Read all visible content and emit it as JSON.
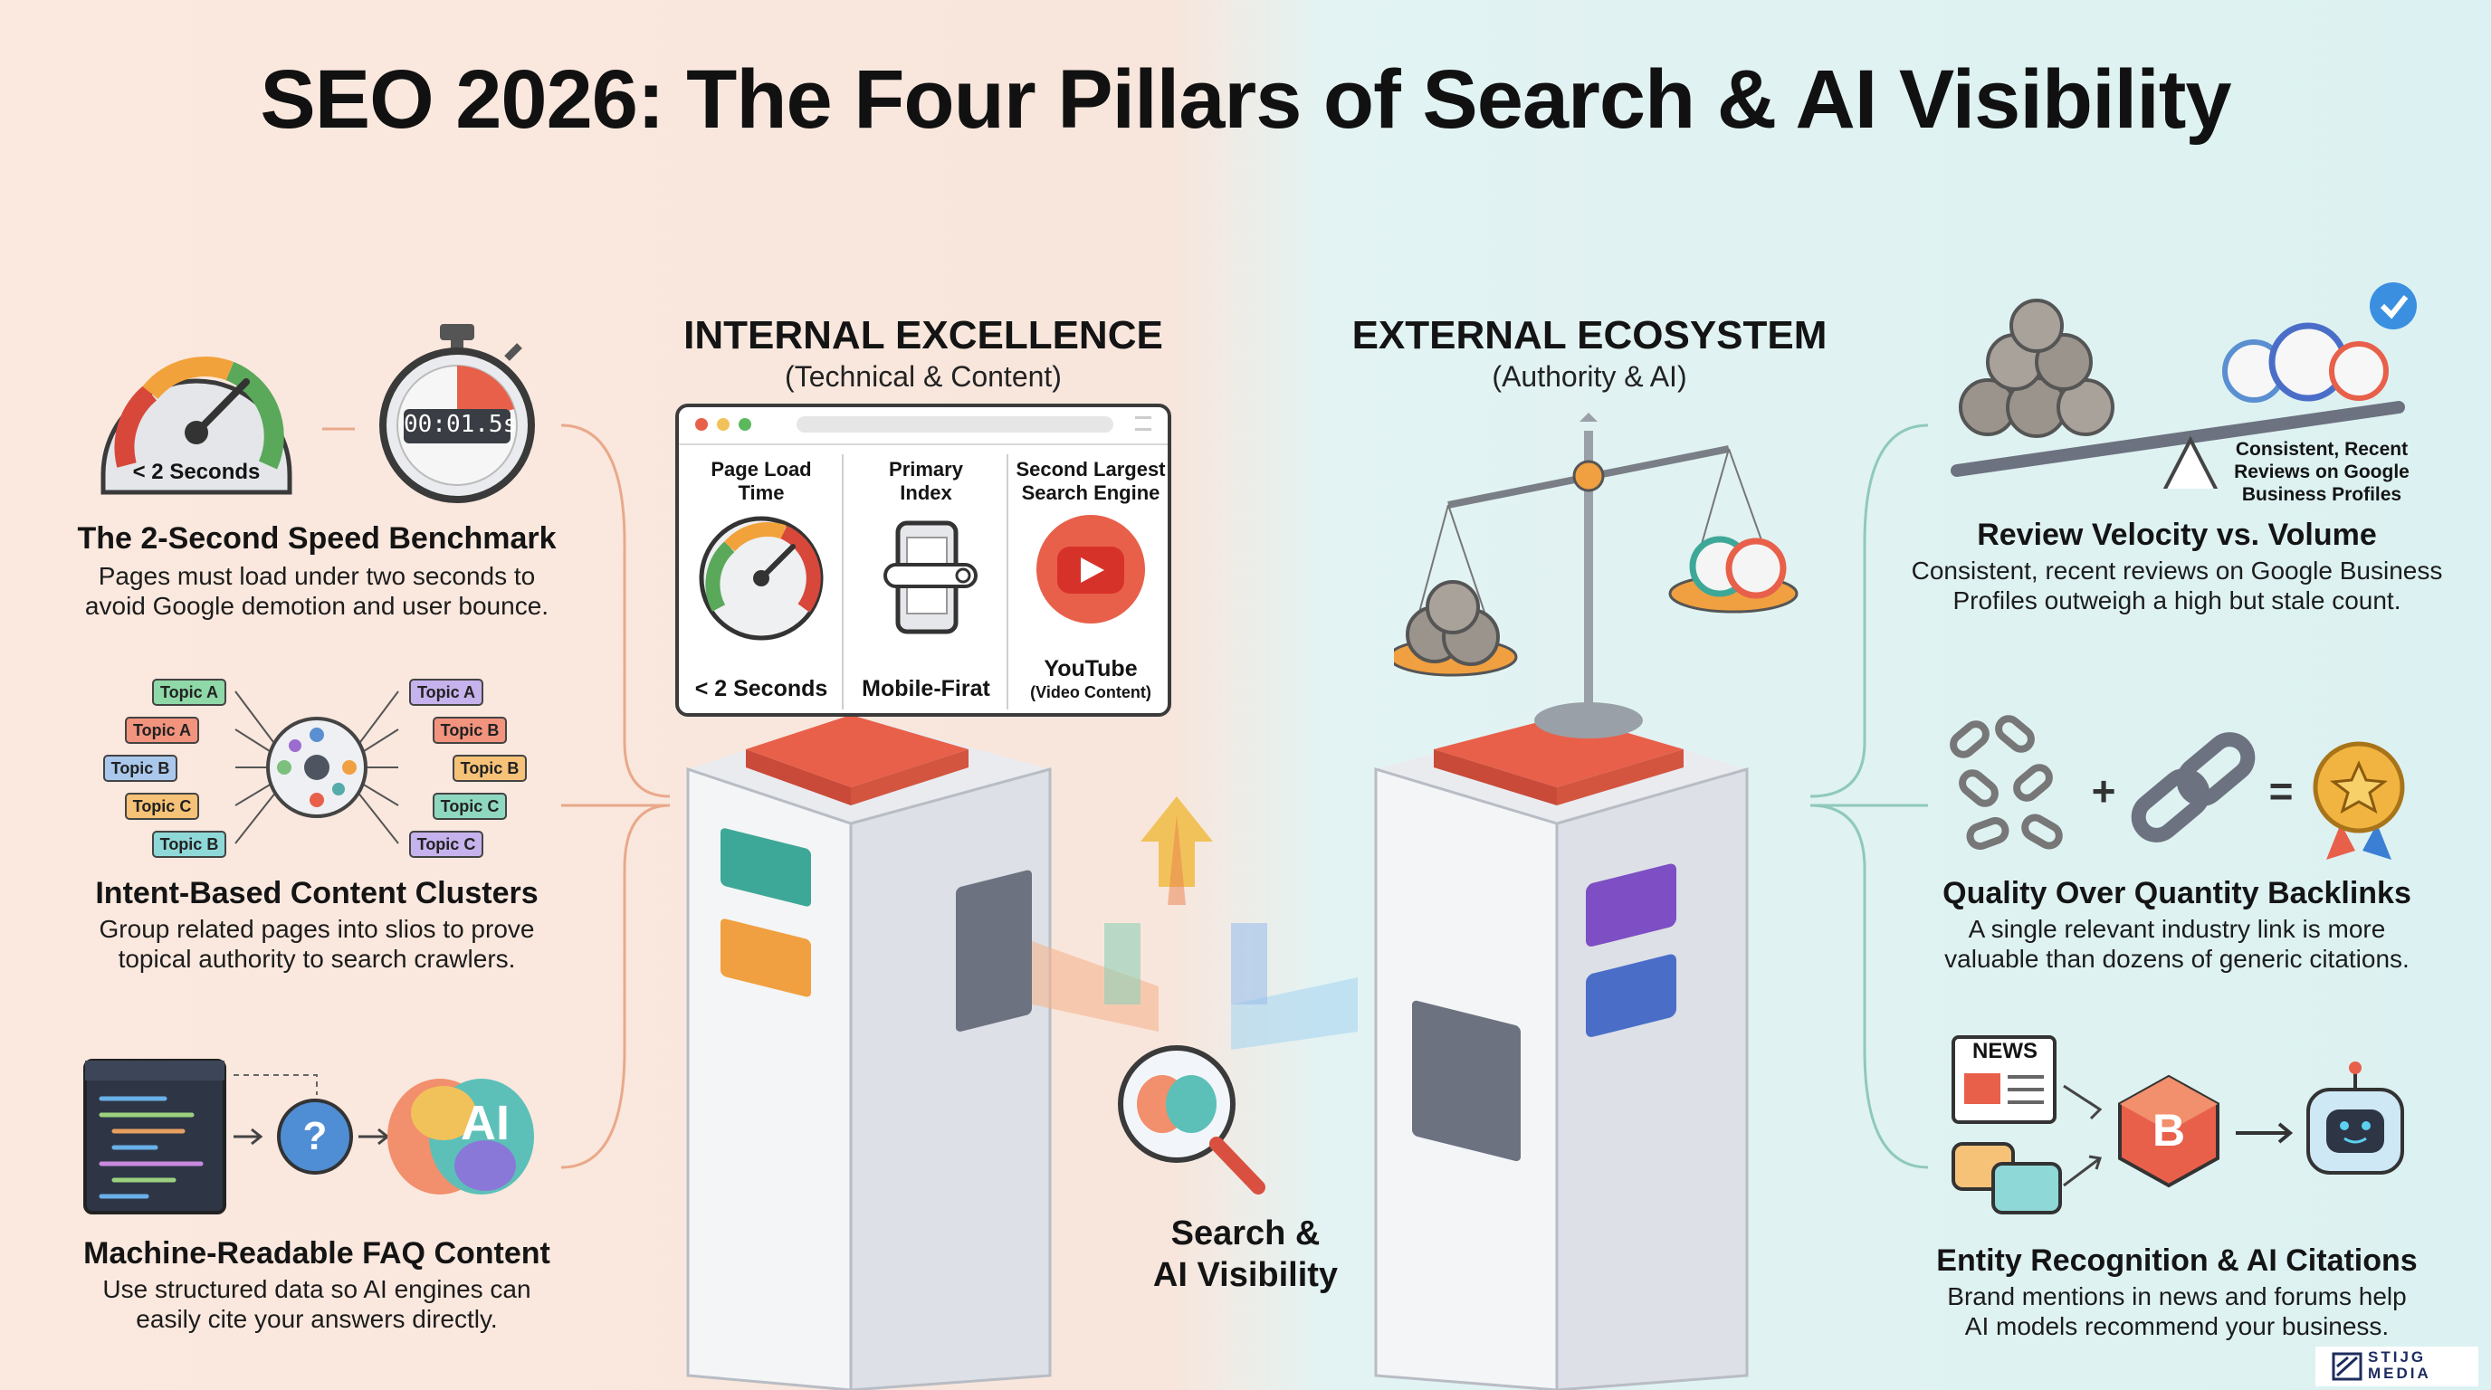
{
  "title": "SEO 2026: The Four Pillars of Search & AI Visibility",
  "internal": {
    "heading": "INTERNAL EXCELLENCE",
    "sub": "(Technical & Content)"
  },
  "external": {
    "heading": "EXTERNAL ECOSYSTEM",
    "sub": "(Authority & AI)"
  },
  "center_label": [
    "Search &",
    "AI Visibility"
  ],
  "speed": {
    "gauge_label": "< 2 Seconds",
    "timer": "00:01.5s",
    "title": "The 2-Second Speed Benchmark",
    "desc": [
      "Pages must load under two seconds to",
      "avoid Google demotion and user bounce."
    ]
  },
  "clusters": {
    "topics_left": [
      "Topic A",
      "Topic A",
      "Topic B",
      "Topic C",
      "Topic B"
    ],
    "topics_right": [
      "Topic A",
      "Topic B",
      "Topic B",
      "Topic C",
      "Topic C"
    ],
    "title": "Intent-Based Content Clusters",
    "desc": [
      "Group related pages into slios to prove",
      "topical authority to search crawlers."
    ]
  },
  "faq": {
    "brain_text": "AI",
    "title": "Machine-Readable FAQ Content",
    "desc": [
      "Use structured data so AI engines can",
      "easily cite your answers directly."
    ]
  },
  "browser_card": {
    "columns": [
      {
        "head": [
          "Page Load",
          "Time"
        ],
        "foot": "< 2 Seconds"
      },
      {
        "head": [
          "Primary",
          "Index"
        ],
        "foot": "Mobile-Firat"
      },
      {
        "head": [
          "Second Largest",
          "Search Engine"
        ],
        "foot": "YouTube",
        "foot_sub": "(Video Content)"
      }
    ]
  },
  "reviews": {
    "badge": [
      "Consistent, Recent",
      "Reviews on Google",
      "Business Profiles"
    ],
    "title": "Review Velocity vs. Volume",
    "desc": [
      "Consistent, recent reviews on Google Business",
      "Profiles outweigh a high but stale count."
    ]
  },
  "backlinks": {
    "plus": "+",
    "equals": "=",
    "title": "Quality Over Quantity Backlinks",
    "desc": [
      "A single relevant industry link is more",
      "valuable than dozens of generic citations."
    ]
  },
  "entity": {
    "news": "NEWS",
    "hex_letter": "B",
    "title": "Entity Recognition & AI Citations",
    "desc": [
      "Brand mentions in news and forums help",
      "AI models recommend your business."
    ]
  },
  "watermark": [
    "STIJG",
    "MEDIA"
  ],
  "colors": {
    "left_bg": "#fbe9df",
    "right_bg": "#dcf1f1",
    "accent_red": "#e8604a",
    "accent_orange": "#f0a040",
    "accent_teal": "#3ea898",
    "accent_purple": "#7e4ec4"
  }
}
